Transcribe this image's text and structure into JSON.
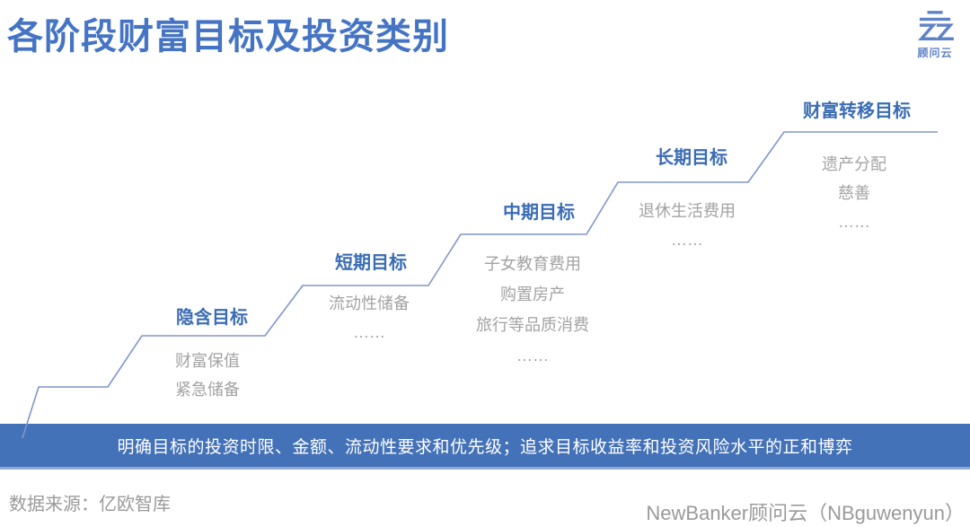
{
  "title": "各阶段财富目标及投资类别",
  "logo": {
    "text": "顾问云"
  },
  "stages": [
    {
      "label": "隐含目标",
      "items": [
        "财富保值",
        "紧急储备"
      ]
    },
    {
      "label": "短期目标",
      "items": [
        "流动性储备",
        "……"
      ]
    },
    {
      "label": "中期目标",
      "items": [
        "子女教育费用",
        "购置房产",
        "旅行等品质消费",
        "……"
      ]
    },
    {
      "label": "长期目标",
      "items": [
        "退休生活费用",
        "……"
      ]
    },
    {
      "label": "财富转移目标",
      "items": [
        "遗产分配",
        "慈善",
        "……"
      ]
    }
  ],
  "banner": {
    "text": "明确目标的投资时限、金额、流动性要求和优先级；追求目标收益率和投资风险水平的正和博弈"
  },
  "footer": {
    "source": "数据来源：亿欧智库",
    "brand": "NewBanker顾问云（NBguwenyun）"
  },
  "colors": {
    "title_blue": "#4574C4",
    "stage_label_blue": "#3A6CB4",
    "item_gray": "#A3A3A3",
    "line_blue": "#8096CC",
    "banner_bg": "#4472B8",
    "banner_border": "#93A9D4",
    "banner_text": "#FFFFFF",
    "footer_gray": "#9A9A9A",
    "logo_blue": "#5E82C8"
  }
}
